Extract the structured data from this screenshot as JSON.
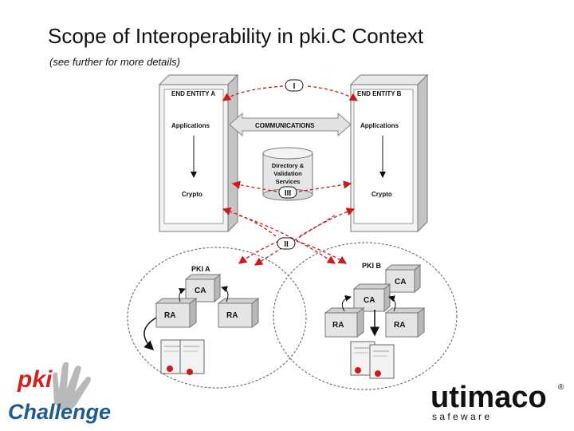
{
  "slide": {
    "title": "Scope of Interoperability in pki.C Context",
    "subtitle": "(see further for more details)"
  },
  "diagram": {
    "end_entity_a": "END ENTITY A",
    "end_entity_b": "END ENTITY B",
    "applications": "Applications",
    "communications": "COMMUNICATIONS",
    "crypto": "Crypto",
    "directory_line1": "Directory &",
    "directory_line2": "Validation",
    "directory_line3": "Services",
    "marker_i": "I",
    "marker_ii": "II",
    "marker_iii": "III",
    "pki_a": "PKI A",
    "pki_b": "PKI B",
    "ca": "CA",
    "ra": "RA",
    "arrow_color": "#cc1a1a"
  },
  "logos": {
    "pki": "pki",
    "challenge": "Challenge",
    "utimaco": "utimaco",
    "safeware": "s a f e w a r e",
    "registered": "®"
  }
}
